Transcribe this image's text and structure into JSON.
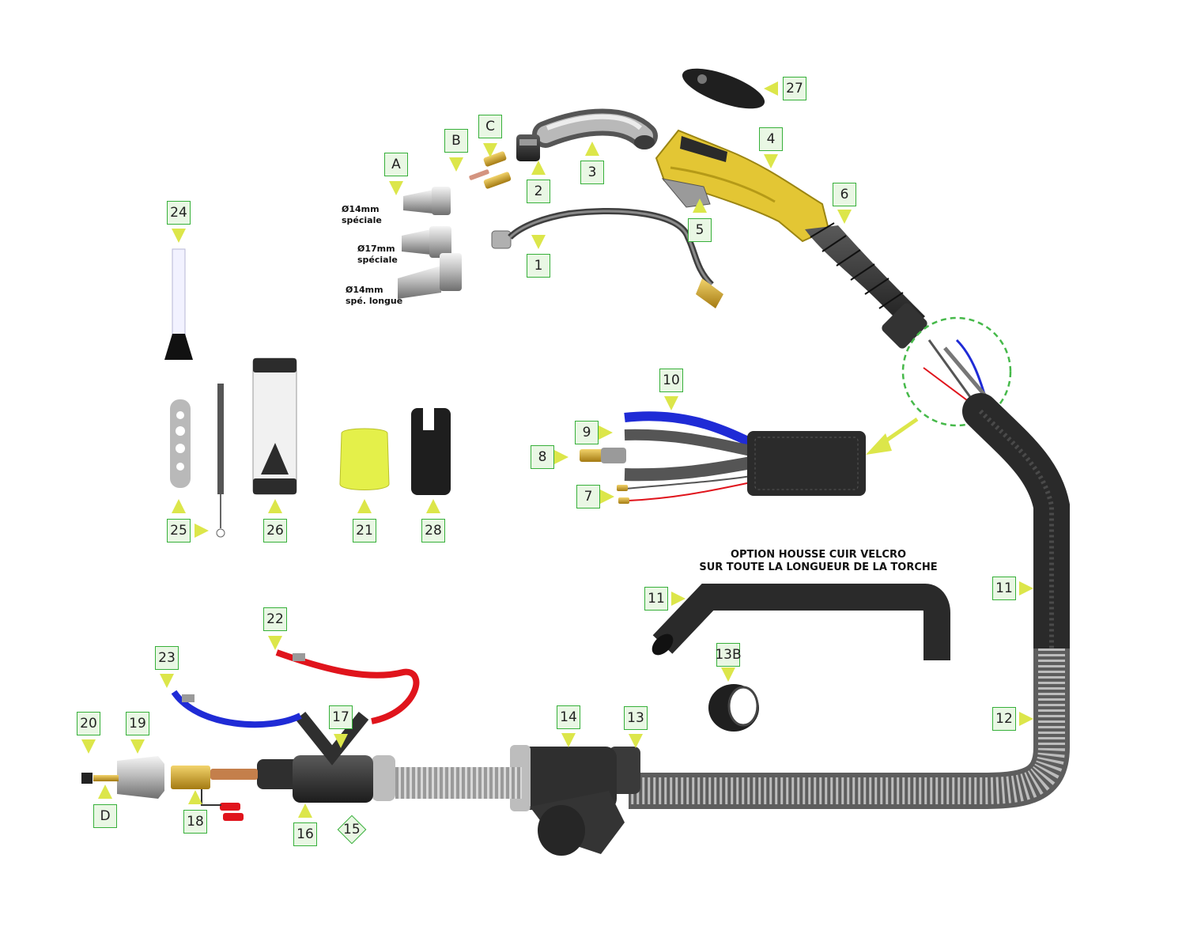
{
  "labels": {
    "l1": "1",
    "l2": "2",
    "l3": "3",
    "l4": "4",
    "l5": "5",
    "l6": "6",
    "l7": "7",
    "l8": "8",
    "l9": "9",
    "l10": "10",
    "l11a": "11",
    "l11b": "11",
    "l12": "12",
    "l13": "13",
    "l13b": "13B",
    "l14": "14",
    "l15": "15",
    "l16": "16",
    "l17": "17",
    "l18": "18",
    "l19": "19",
    "l20": "20",
    "l21": "21",
    "l22": "22",
    "l23": "23",
    "l24": "24",
    "l25": "25",
    "l26": "26",
    "l27": "27",
    "l28": "28",
    "lA": "A",
    "lB": "B",
    "lC": "C",
    "lD": "D"
  },
  "captions": {
    "nozzle1": [
      "Ø14mm",
      "spéciale"
    ],
    "nozzle2": [
      "Ø17mm",
      "spéciale"
    ],
    "nozzle3": [
      "Ø14mm",
      "spé. longue"
    ]
  },
  "option_text": [
    "OPTION HOUSSE CUIR VELCRO",
    "SUR TOUTE LA LONGUEUR DE LA TORCHE"
  ],
  "colors": {
    "label_fill": "#e9f7e4",
    "label_border": "#37b03a",
    "pointer": "#dce64a",
    "handle_yellow": "#e3c634",
    "cable_black": "#2a2a2a",
    "hose_blue": "#1f2bd6",
    "hose_red": "#e0141c",
    "accessory_lime": "#e4f04a",
    "callout_circle": "#46b94a"
  }
}
